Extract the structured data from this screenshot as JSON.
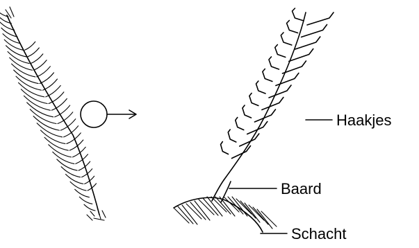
{
  "labels": {
    "hooks": "Haakjes",
    "barb": "Baard",
    "shaft": "Schacht"
  },
  "colors": {
    "ink": "#000000",
    "background": "#ffffff"
  }
}
